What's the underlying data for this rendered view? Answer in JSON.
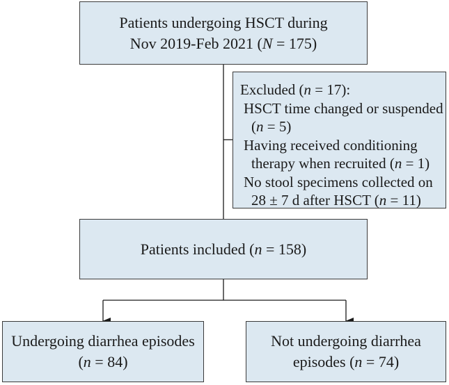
{
  "top_box": {
    "line1": "Patients undergoing HSCT during",
    "line2_pre": "Nov 2019-Feb 2021 (",
    "line2_var": "N",
    "line2_post": " = 175)"
  },
  "excluded_box": {
    "title_pre": "Excluded  (",
    "title_var": "n",
    "title_post": " = 17):",
    "reason1_line1": "HSCT time changed or suspended",
    "reason1_line2_pre": "(",
    "reason1_line2_var": "n",
    "reason1_line2_post": " = 5)",
    "reason2_line1": "Having received conditioning",
    "reason2_line2_pre": "therapy when recruited (",
    "reason2_line2_var": "n",
    "reason2_line2_post": " = 1)",
    "reason3_line1": "No stool specimens collected on",
    "reason3_line2_pre": "28 ± 7 d after HSCT (",
    "reason3_line2_var": "n",
    "reason3_line2_post": " = 11)"
  },
  "included_box": {
    "pre": "Patients included (",
    "var": "n",
    "post": " = 158)"
  },
  "left_box": {
    "line1": "Undergoing diarrhea episodes",
    "line2_pre": "(",
    "line2_var": "n",
    "line2_post": " = 84)"
  },
  "right_box": {
    "line1": "Not undergoing diarrhea",
    "line2_pre": "episodes (",
    "line2_var": "n",
    "line2_post": " = 74)"
  },
  "colors": {
    "box_fill": "#dce8f1",
    "box_border": "#3a3a3a",
    "line": "#1a1a1a"
  }
}
